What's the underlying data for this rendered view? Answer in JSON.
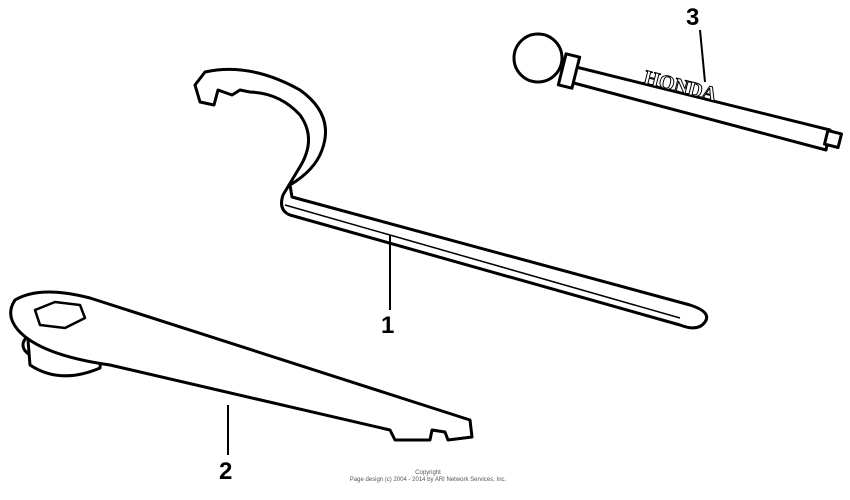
{
  "parts": [
    {
      "number": "1"
    },
    {
      "number": "2"
    },
    {
      "number": "3",
      "marking": "HONDA"
    }
  ],
  "footer": {
    "line1": "Copyright",
    "line2": "Page design (c) 2004 - 2014 by ARI Network Services, Inc."
  }
}
